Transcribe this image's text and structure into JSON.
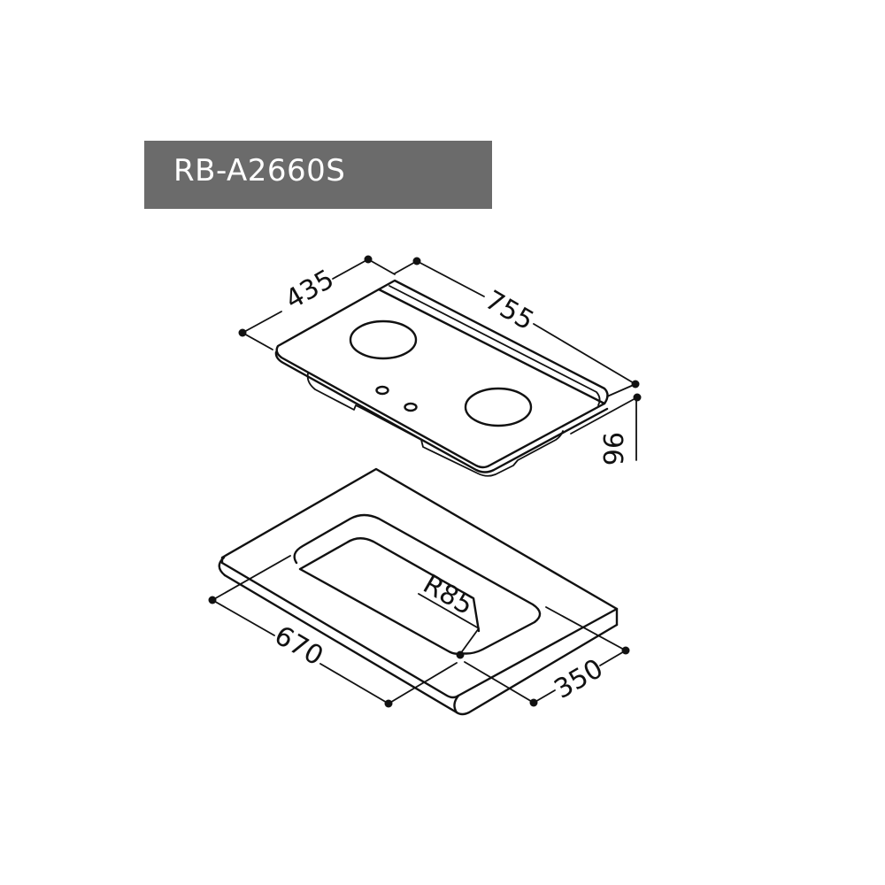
{
  "header": {
    "model": "RB-A2660S",
    "background_color": "#6b6b6b",
    "text_color": "#ffffff"
  },
  "cooktop": {
    "dimensions": {
      "depth": "435",
      "width": "755",
      "height": "96"
    },
    "burners": 2,
    "knobs": 2
  },
  "cutout": {
    "dimensions": {
      "width": "670",
      "depth": "350",
      "corner_radius": "R85"
    }
  },
  "colors": {
    "line": "#111111",
    "background": "#ffffff"
  }
}
